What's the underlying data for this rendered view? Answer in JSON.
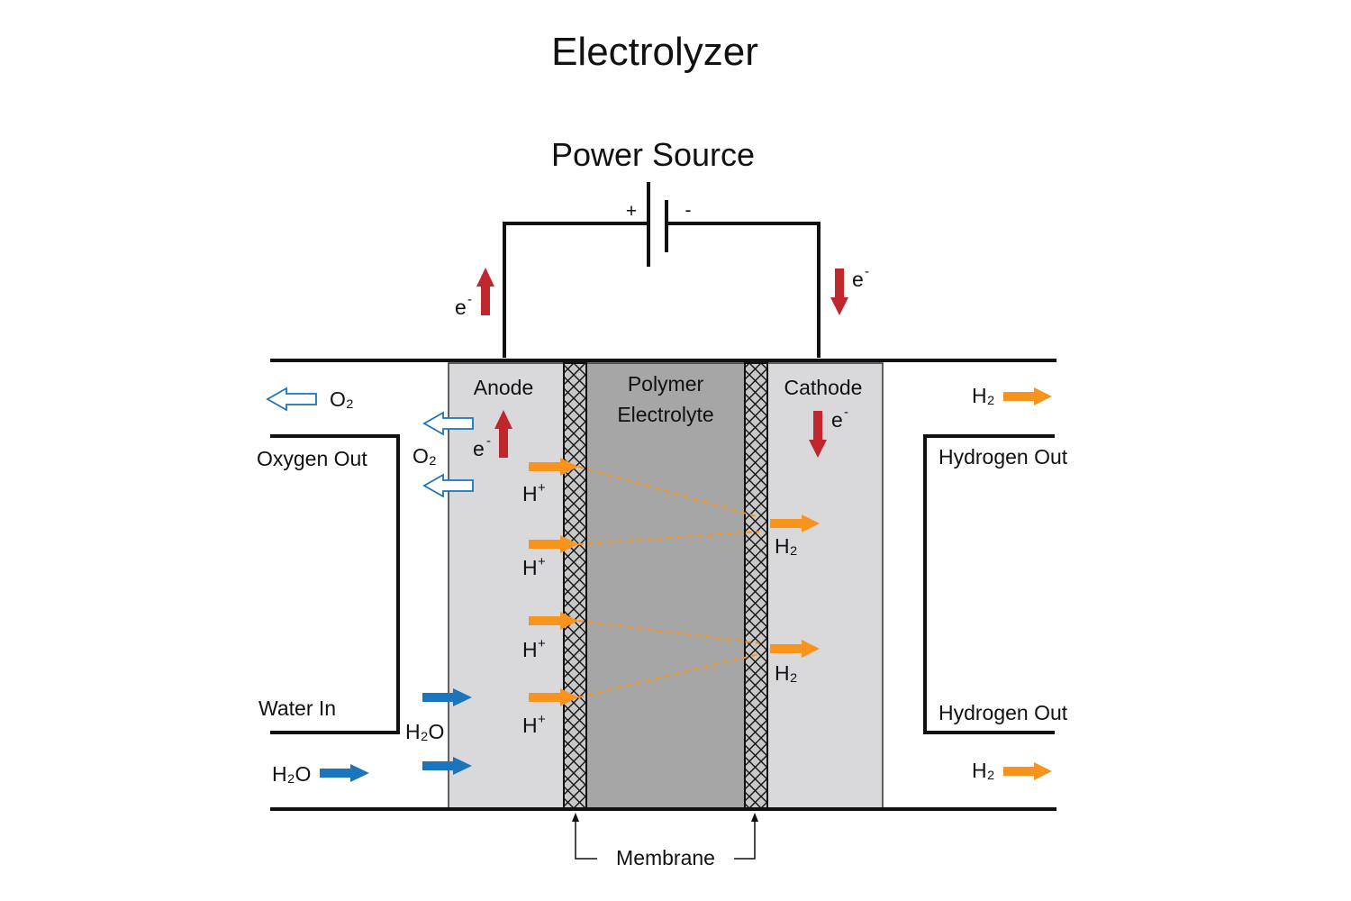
{
  "title": "Electrolyzer",
  "power_source": {
    "label": "Power Source",
    "positive": "+",
    "negative": "-"
  },
  "regions": {
    "anode": "Anode",
    "electrolyte_line1": "Polymer",
    "electrolyte_line2": "Electrolyte",
    "cathode": "Cathode",
    "membrane": "Membrane"
  },
  "ports": {
    "oxygen_out": "Oxygen Out",
    "water_in": "Water In",
    "hydrogen_out_top": "Hydrogen Out",
    "hydrogen_out_bottom": "Hydrogen Out"
  },
  "species": {
    "electron": "e",
    "electron_charge": "-",
    "proton": "H",
    "proton_charge": "+",
    "oxygen": "O₂",
    "hydrogen": "H₂",
    "water": "H₂O"
  },
  "colors": {
    "electron_arrow": "#c0272d",
    "proton_arrow": "#f7941d",
    "hydrogen_arrow": "#f7941d",
    "water_arrow": "#1b75bc",
    "oxygen_arrow_outline": "#1b75bc",
    "electrode_fill": "#d9d9db",
    "electrolyte_fill": "#a6a6a6",
    "membrane_fill": "#c8c8c8",
    "wire": "#111111"
  }
}
